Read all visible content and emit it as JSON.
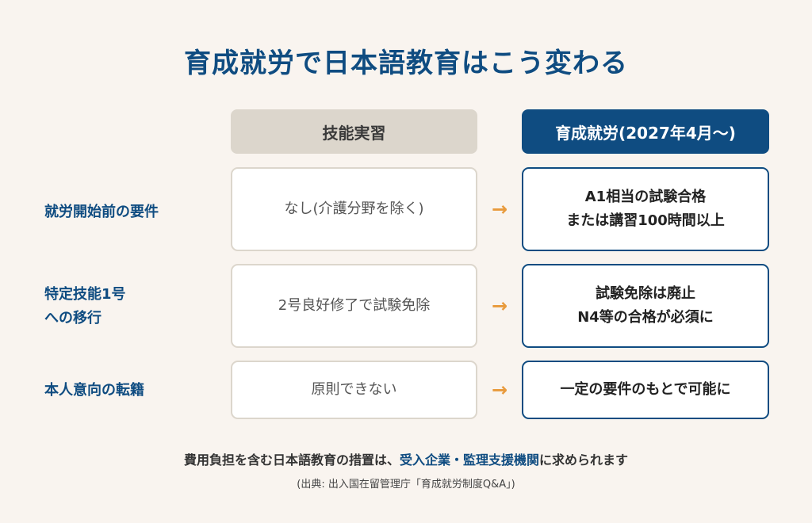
{
  "title": {
    "prefix": "育成就労で",
    "highlight": "日本語教育はこう変わる"
  },
  "columns": {
    "old": "技能実習",
    "new": "育成就労(2027年4月〜)"
  },
  "arrow_glyph": "→",
  "rows": [
    {
      "label_lines": [
        "就労開始前の要件"
      ],
      "old_lines": [
        "なし(介護分野を除く)"
      ],
      "new_lines": [
        "A1相当の試験合格",
        "または講習100時間以上"
      ]
    },
    {
      "label_lines": [
        "特定技能1号",
        "への移行"
      ],
      "old_lines": [
        "2号良好修了で試験免除"
      ],
      "new_lines": [
        "試験免除は廃止",
        "N4等の合格が必須に"
      ]
    },
    {
      "label_lines": [
        "本人意向の転籍"
      ],
      "old_lines": [
        "原則できない"
      ],
      "new_lines": [
        "一定の要件のもとで可能に"
      ]
    }
  ],
  "footer": {
    "before": "費用負担を含む日本語教育の措置は、",
    "accent": "受入企業・監理支援機関",
    "after": "に求められます"
  },
  "source": "(出典: 出入国在留管理庁「育成就労制度Q&A」)",
  "colors": {
    "navy": "#0f4c81",
    "orange": "#e89a3c",
    "gray_header": "#dcd6cc",
    "background": "#f9f4ef"
  }
}
